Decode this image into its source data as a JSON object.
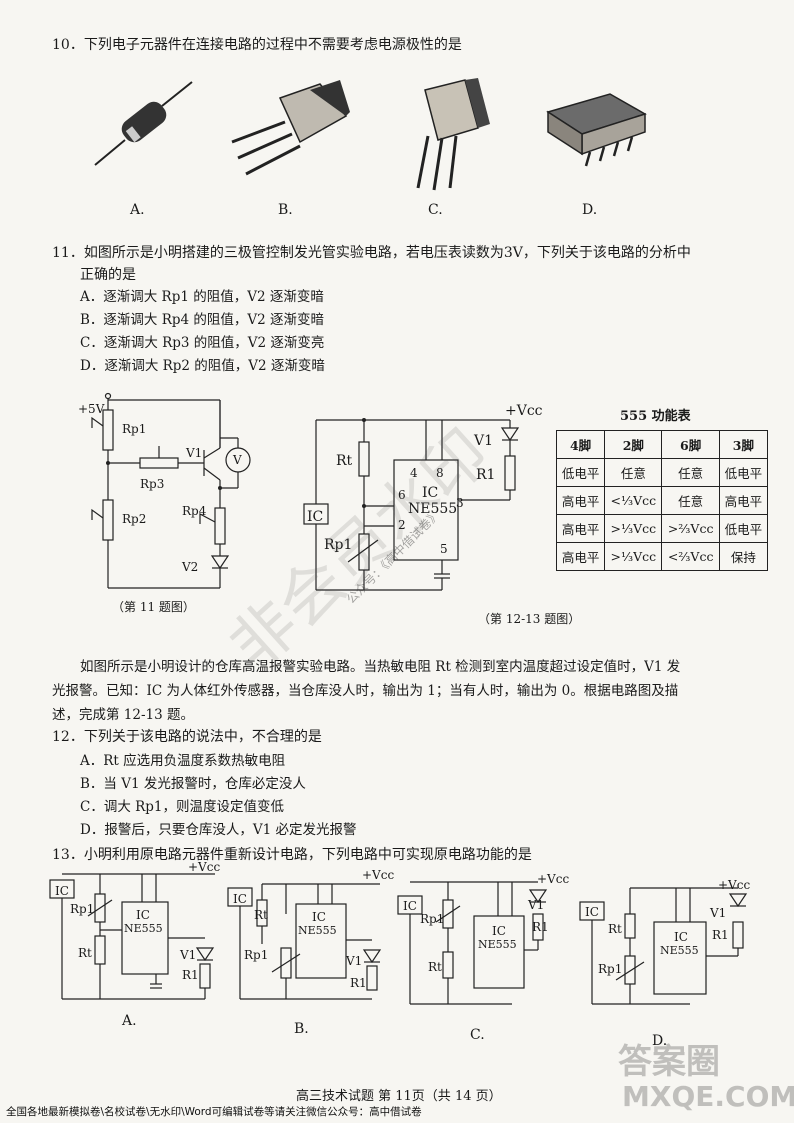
{
  "q10": {
    "stem": "10．下列电子元器件在连接电路的过程中不需要考虑电源极性的是",
    "options": [
      "A.",
      "B.",
      "C.",
      "D."
    ]
  },
  "q11": {
    "stem_line1": "11．如图所示是小明搭建的三极管控制发光管实验电路，若电压表读数为3V，下列关于该电路的分析中",
    "stem_line2": "正确的是",
    "options": [
      "A．逐渐调大 Rp1 的阻值，V2 逐渐变暗",
      "B．逐渐调大 Rp4 的阻值，V2 逐渐变暗",
      "C．逐渐调大 Rp3 的阻值，V2 逐渐变亮",
      "D．逐渐调大 Rp2 的阻值，V2 逐渐变暗"
    ],
    "caption": "（第 11 题图）",
    "labels": {
      "supply": "+5V",
      "rp1": "Rp1",
      "rp2": "Rp2",
      "rp3": "Rp3",
      "rp4": "Rp4",
      "v1": "V1",
      "v2": "V2",
      "meter": "V"
    }
  },
  "q12_13_circuit": {
    "vcc": "+Vcc",
    "v1": "V1",
    "r1": "R1",
    "rt": "Rt",
    "rp1": "Rp1",
    "ic_sensor": "IC",
    "chip_name": "IC",
    "chip_model": "NE555",
    "pins": [
      "4",
      "8",
      "6",
      "2",
      "3",
      "5"
    ],
    "caption": "（第 12-13 题图）"
  },
  "function_table": {
    "title": "555 功能表",
    "header": [
      "4脚",
      "2脚",
      "6脚",
      "3脚"
    ],
    "rows": [
      [
        "低电平",
        "任意",
        "任意",
        "低电平"
      ],
      [
        "高电平",
        "<⅓Vcc",
        "任意",
        "高电平"
      ],
      [
        "高电平",
        ">⅓Vcc",
        ">⅔Vcc",
        "低电平"
      ],
      [
        "高电平",
        ">⅓Vcc",
        "<⅔Vcc",
        "保持"
      ]
    ]
  },
  "intro": {
    "line1": "如图所示是小明设计的仓库高温报警实验电路。当热敏电阻 Rt 检测到室内温度超过设定值时，V1 发",
    "line2": "光报警。已知：IC 为人体红外传感器，当仓库没人时，输出为 1；当有人时，输出为 0。根据电路图及描",
    "line3": "述，完成第 12-13 题。"
  },
  "q12": {
    "stem": "12．下列关于该电路的说法中，不合理的是",
    "options": [
      "A．Rt 应选用负温度系数热敏电阻",
      "B．当 V1 发光报警时，仓库必定没人",
      "C．调大 Rp1，则温度设定值变低",
      "D．报警后，只要仓库没人，V1 必定发光报警"
    ]
  },
  "q13": {
    "stem": "13．小明利用原电路元器件重新设计电路，下列电路中可实现原电路功能的是",
    "options": [
      "A.",
      "B.",
      "C.",
      "D."
    ],
    "labels": {
      "vcc": "+Vcc",
      "ic": "IC",
      "rp1": "Rp1",
      "rt": "Rt",
      "v1": "V1",
      "r1": "R1",
      "chip": "IC",
      "model": "NE555"
    }
  },
  "footer": "高三技术试题 第 11页（共 14 页）",
  "bottom_note": "全国各地最新模拟卷\\名校试卷\\无水印\\Word可编辑试卷等请关注微信公众号：高中借试卷",
  "watermarks": {
    "big": "非会员水印",
    "small": "公众号：《高中借试卷》",
    "logo": "答案圈",
    "site": "MXQE.COM"
  }
}
